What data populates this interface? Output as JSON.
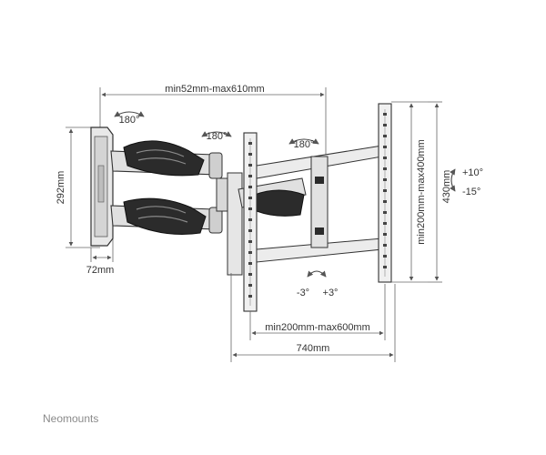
{
  "diagram": {
    "arm_reach": "min52mm-max610mm",
    "wall_height": "292mm",
    "wall_depth": "72mm",
    "rotation_1": "180°",
    "rotation_2": "180°",
    "rotation_3": "180°",
    "tilt_up": "+10°",
    "tilt_down": "-15°",
    "vesa_vertical": "min200mm-max400mm",
    "plate_height": "430mm",
    "level_minus": "-3°",
    "level_plus": "+3°",
    "vesa_horizontal": "min200mm-max600mm",
    "total_width": "740mm"
  },
  "brand": "Neomounts"
}
